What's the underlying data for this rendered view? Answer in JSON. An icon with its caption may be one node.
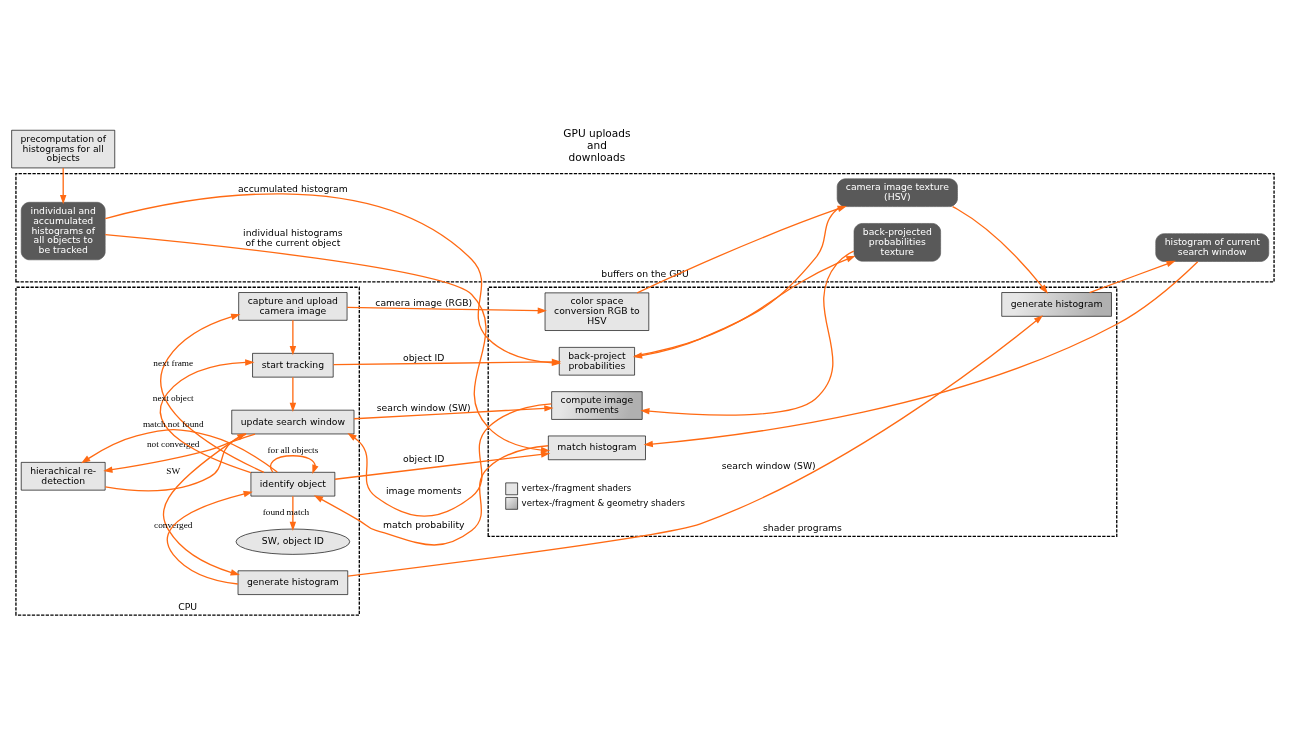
{
  "diagram": {
    "nodes": [
      {
        "text": [
          "CPU"
        ]
      },
      {
        "text": [
          "capture and upload camera image"
        ],
        "in": 0
      },
      {
        "text": [
          "start tracking"
        ],
        "in": 0
      },
      {
        "text": [
          "hierachical re-detection"
        ],
        "in": 0
      },
      {
        "text": [
          "update search window"
        ],
        "in": 0
      },
      {
        "text": [
          "generate histogram"
        ],
        "in": 0
      },
      {
        "text": [
          "identify object"
        ],
        "in": 0
      },
      {
        "text": [
          "SW, object ID"
        ],
        "in": 0
      },
      {
        "text": [
          "shader programs"
        ]
      },
      {
        "text": [
          "color space conversion RGB to HSV"
        ],
        "in": 8
      },
      {
        "text": [
          "back-project probabilities"
        ],
        "in": 8
      },
      {
        "text": [
          "compute image moments"
        ],
        "in": 8
      },
      {
        "text": [
          "generate histogram"
        ],
        "in": 8
      },
      {
        "text": [
          "match histogram"
        ],
        "in": 8
      },
      {
        "text": [
          "buffers on the GPU"
        ]
      },
      {
        "text": [
          "camera image texture (HSV)"
        ],
        "in": 14
      },
      {
        "text": [
          "back-projected probabilities texture"
        ],
        "in": 14
      },
      {
        "text": [
          "histogram of current search window"
        ],
        "in": 14
      },
      {
        "text": [
          "individual and accumulated histograms of all objects to be tracked"
        ],
        "in": 14
      },
      {
        "text": [
          "precomputation of histograms for all objects"
        ]
      }
    ],
    "edges": [
      {
        "from": 1,
        "to": 2,
        "arrow": "to"
      },
      {
        "from": 2,
        "to": 4,
        "arrow": "to"
      },
      {
        "from": 4,
        "to": 5,
        "arrow": "to",
        "label": "converged"
      },
      {
        "from": 5,
        "to": 6,
        "arrow": "to"
      },
      {
        "from": 6,
        "to": 7,
        "arrow": "to",
        "label": "found match"
      },
      {
        "from": 6,
        "to": 1,
        "arrow": "to",
        "label": "next frame"
      },
      {
        "from": 6,
        "to": 2,
        "arrow": "to",
        "label": "next object"
      },
      {
        "from": 6,
        "to": 6,
        "arrow": "to",
        "label": "for all objects"
      },
      {
        "from": 6,
        "to": 3,
        "arrow": "to",
        "label": "match not found"
      },
      {
        "from": 3,
        "to": 4,
        "arrow": "to",
        "label": "SW"
      },
      {
        "from": 4,
        "to": 3,
        "arrow": "to",
        "label": "not converged"
      },
      {
        "from": 1,
        "to": 9,
        "arrow": "to",
        "label": "camera image (RGB)"
      },
      {
        "from": 2,
        "to": 10,
        "arrow": "to",
        "label": "object ID"
      },
      {
        "from": 4,
        "to": 11,
        "arrow": "to",
        "label": "search window (SW)"
      },
      {
        "from": 11,
        "to": 4,
        "arrow": "to",
        "label": "image moments"
      },
      {
        "from": 5,
        "to": 12,
        "arrow": "to",
        "label": "search window (SW)"
      },
      {
        "from": 6,
        "to": 13,
        "arrow": "to",
        "label": "object ID"
      },
      {
        "from": 13,
        "to": 6,
        "arrow": "to",
        "label": "match probability"
      },
      {
        "from": 9,
        "to": 15,
        "arrow": "to"
      },
      {
        "from": 15,
        "to": 10,
        "arrow": "to"
      },
      {
        "from": 18,
        "to": 10,
        "arrow": "to",
        "label": "accumulated histogram"
      },
      {
        "from": 10,
        "to": 16,
        "arrow": "to"
      },
      {
        "from": 16,
        "to": 11,
        "arrow": "to"
      },
      {
        "from": 15,
        "to": 12,
        "arrow": "to"
      },
      {
        "from": 12,
        "to": 17,
        "arrow": "to"
      },
      {
        "from": 17,
        "to": 13,
        "arrow": "to"
      },
      {
        "from": 18,
        "to": 13,
        "arrow": "to",
        "label": "individual histograms of the current object"
      },
      {
        "from": 19,
        "to": 18,
        "arrow": "to"
      }
    ],
    "labels": [
      "GPU uploads and downloads"
    ],
    "legend": [
      {
        "text": "vertex-/fragment shaders",
        "color": "#e6e6e6"
      },
      {
        "text": "vertex-/fragment & geometry shaders"
      }
    ]
  }
}
